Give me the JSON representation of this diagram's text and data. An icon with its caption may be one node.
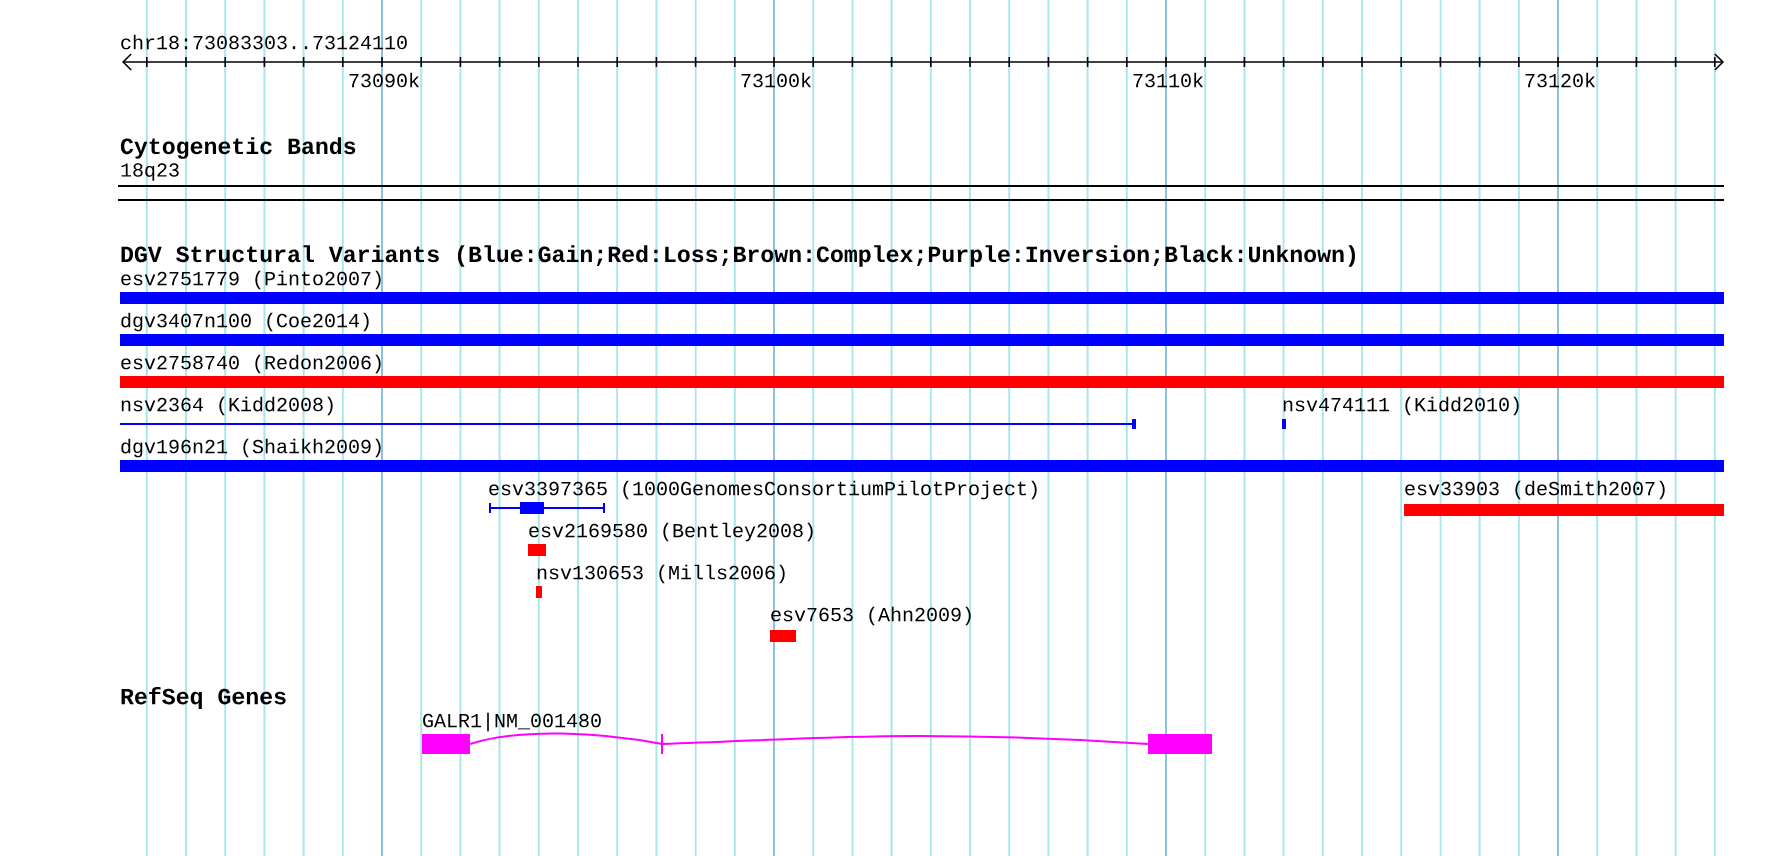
{
  "diagram": {
    "nodes": [
      {
        "text": [
          "esv2751779 (Pinto2007)"
        ]
      },
      {
        "text": [
          "dgv3407n100 (Coe2014)"
        ]
      },
      {
        "text": [
          "esv2758740 (Redon2006)"
        ]
      },
      {
        "text": [
          "nsv2364 (Kidd2008)"
        ]
      },
      {
        "text": [
          "nsv474111 (Kidd2010)"
        ]
      },
      {
        "text": [
          "dgv196n21 (Shaikh2009)"
        ]
      },
      {
        "text": [
          "esv3397365 (1000GenomesConsortiumPilotProject)"
        ]
      },
      {
        "text": [
          "esv33903 (deSmith2007)"
        ]
      },
      {
        "text": [
          "esv2169580 (Bentley2008)"
        ]
      },
      {
        "text": [
          "nsv130653 (Mills2006)"
        ]
      },
      {
        "text": [
          "esv7653 (Ahn2009)"
        ]
      },
      {
        "text": [
          "GALR1|NM_001480"
        ]
      }
    ],
    "labels": [
      "chr18:73083303..73124110",
      "73090k",
      "73100k",
      "73110k",
      "73120k",
      "Cytogenetic Bands",
      "18q23",
      "DGV Structural Variants (Blue:Gain;Red:Loss;Brown:Complex;Purple:Inversion;Black:Unknown)",
      "RefSeq Genes"
    ]
  }
}
